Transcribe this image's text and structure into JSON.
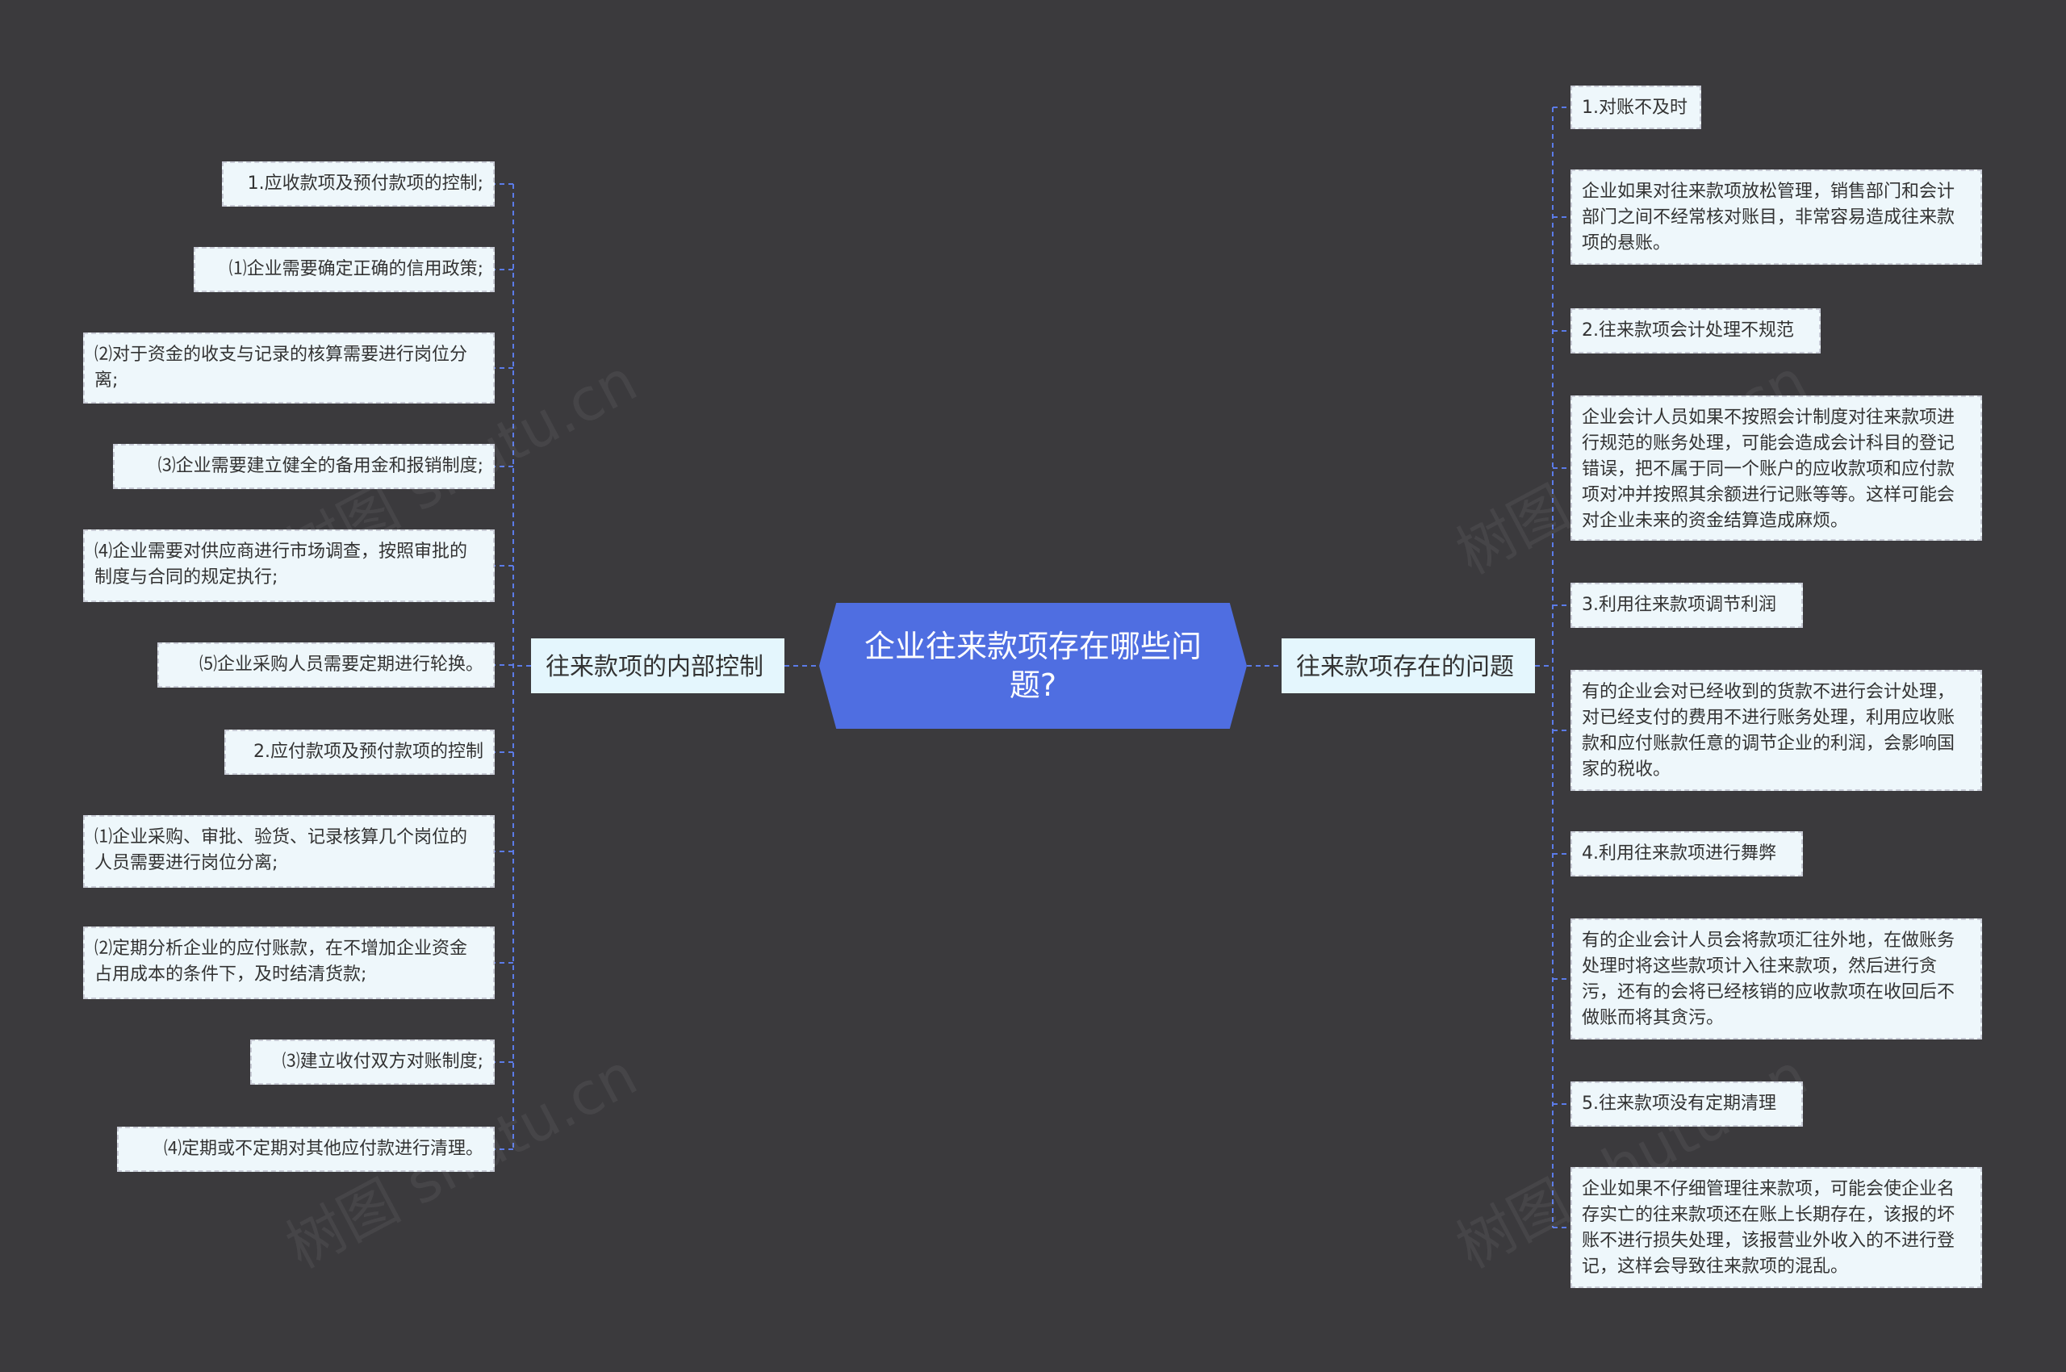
{
  "root": {
    "title": "企业往来款项存在哪些问题?"
  },
  "left_branch": {
    "label": "往来款项的内部控制",
    "items": [
      "1.应收款项及预付款项的控制;",
      "⑴企业需要确定正确的信用政策;",
      "⑵对于资金的收支与记录的核算需要进行岗位分离;",
      "⑶企业需要建立健全的备用金和报销制度;",
      "⑷企业需要对供应商进行市场调查，按照审批的制度与合同的规定执行;",
      "⑸企业采购人员需要定期进行轮换。",
      "2.应付款项及预付款项的控制",
      "⑴企业采购、审批、验货、记录核算几个岗位的人员需要进行岗位分离;",
      "⑵定期分析企业的应付账款，在不增加企业资金占用成本的条件下，及时结清货款;",
      "⑶建立收付双方对账制度;",
      "⑷定期或不定期对其他应付款进行清理。"
    ]
  },
  "right_branch": {
    "label": "往来款项存在的问题",
    "items": [
      "1.对账不及时",
      "企业如果对往来款项放松管理，销售部门和会计部门之间不经常核对账目，非常容易造成往来款项的悬账。",
      "2.往来款项会计处理不规范",
      "企业会计人员如果不按照会计制度对往来款项进行规范的账务处理，可能会造成会计科目的登记错误，把不属于同一个账户的应收款项和应付款项对冲并按照其余额进行记账等等。这样可能会对企业未来的资金结算造成麻烦。",
      "3.利用往来款项调节利润",
      "有的企业会对已经收到的货款不进行会计处理，对已经支付的费用不进行账务处理，利用应收账款和应付账款任意的调节企业的利润，会影响国家的税收。",
      "4.利用往来款项进行舞弊",
      "有的企业会计人员会将款项汇往外地，在做账务处理时将这些款项计入往来款项，然后进行贪污，还有的会将已经核销的应收款项在收回后不做账而将其贪污。",
      "5.往来款项没有定期清理",
      "企业如果不仔细管理往来款项，可能会使企业名存实亡的往来款项还在账上长期存在，该报的坏账不进行损失处理，该报营业外收入的不进行登记，这样会导致往来款项的混乱。"
    ]
  },
  "colors": {
    "background": "#3b3a3d",
    "root_fill": "#4f6ee1",
    "branch_fill": "#e4f6fd",
    "leaf_fill": "#eef7fb",
    "connector": "#5b7be8"
  }
}
